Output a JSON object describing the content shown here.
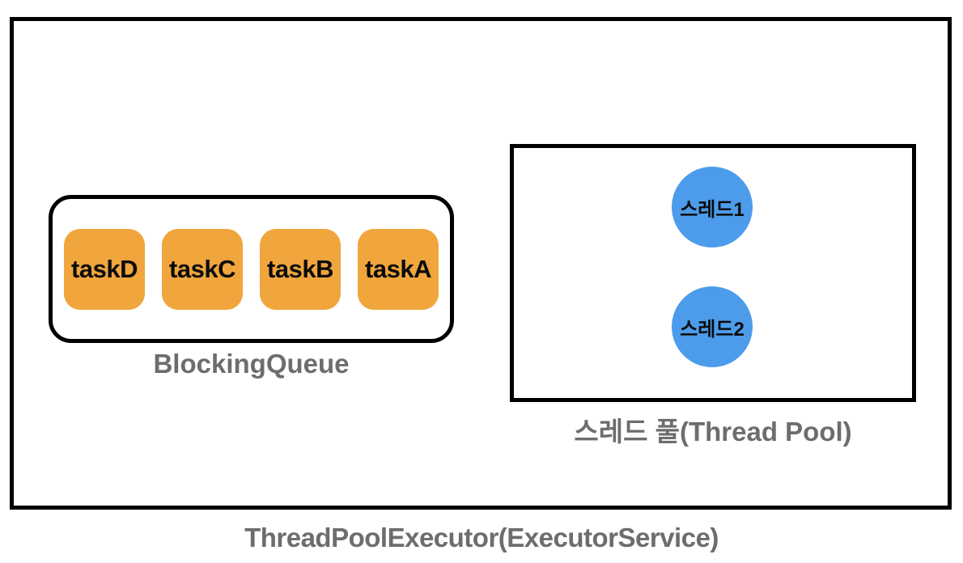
{
  "colors": {
    "task_fill": "#F0A63C",
    "thread_fill": "#4C9CEB",
    "label_gray": "#6D6D6D",
    "border_black": "#000000"
  },
  "outer": {
    "caption": "ThreadPoolExecutor(ExecutorService)"
  },
  "blocking_queue": {
    "label": "BlockingQueue",
    "tasks": [
      "taskD",
      "taskC",
      "taskB",
      "taskA"
    ]
  },
  "thread_pool": {
    "label": "스레드 풀(Thread Pool)",
    "threads": [
      "스레드1",
      "스레드2"
    ]
  }
}
